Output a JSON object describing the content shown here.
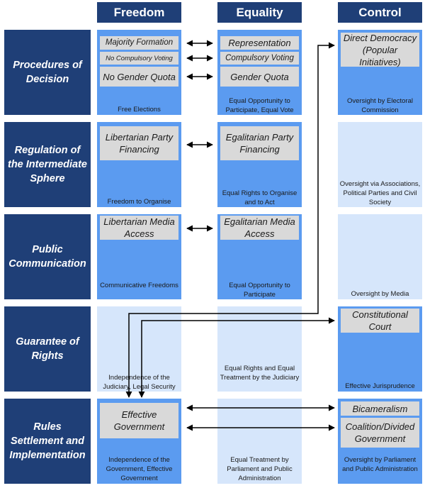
{
  "columns": {
    "freedom": "Freedom",
    "equality": "Equality",
    "control": "Control"
  },
  "rows": {
    "procedures": "Procedures of Decision",
    "regulation": "Regulation of the Intermediate Sphere",
    "communication": "Public Communication",
    "rights": "Guarantee of Rights",
    "rules": "Rules Settlement and Implementation"
  },
  "cells": {
    "procedures": {
      "freedom": {
        "items": [
          "Majority Formation",
          "No Compulsory Voting",
          "No Gender Quota"
        ],
        "note": "Free Elections"
      },
      "equality": {
        "items": [
          "Representation",
          "Compulsory Voting",
          "Gender Quota"
        ],
        "note": "Equal Opportunity to Participate, Equal Vote"
      },
      "control": {
        "items": [
          "Direct Democracy (Popular Initiatives)"
        ],
        "note": "Oversight by Electoral Commission"
      }
    },
    "regulation": {
      "freedom": {
        "items": [
          "Libertarian Party Financing"
        ],
        "note": "Freedom to Organise"
      },
      "equality": {
        "items": [
          "Egalitarian Party Financing"
        ],
        "note": "Equal Rights to Organise and to Act"
      },
      "control": {
        "note": "Oversight via Associations, Political Parties and Civil Society"
      }
    },
    "communication": {
      "freedom": {
        "items": [
          "Libertarian Media Access"
        ],
        "note": "Communicative Freedoms"
      },
      "equality": {
        "items": [
          "Egalitarian Media Access"
        ],
        "note": "Equal Opportunity to Participate"
      },
      "control": {
        "note": "Oversight by Media"
      }
    },
    "rights": {
      "freedom": {
        "note": "Independence of the Judiciary, Legal Security"
      },
      "equality": {
        "note": "Equal Rights and Equal Treatment by the Judiciary"
      },
      "control": {
        "items": [
          "Constitutional Court"
        ],
        "note": "Effective Jurisprudence"
      }
    },
    "rules": {
      "freedom": {
        "items": [
          "Effective Government"
        ],
        "note": "Independence of the Government, Effective Government"
      },
      "equality": {
        "note": "Equal Treatment by Parliament and Public Administration"
      },
      "control": {
        "items": [
          "Bicameralism",
          "Coalition/Divided Government"
        ],
        "note": "Oversight by Parliament and Public Administration"
      }
    }
  },
  "colors": {
    "header": "#1f3f77",
    "cell_dark": "#5b9bf0",
    "cell_light": "#d6e6fb",
    "item": "#d9d9d9"
  }
}
